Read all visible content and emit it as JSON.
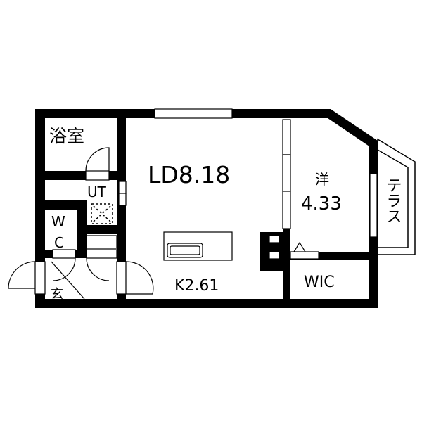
{
  "rooms": {
    "bath": "浴室",
    "utility": "UT",
    "wc_w": "W",
    "wc_c": "C",
    "entrance": "玄",
    "living": "LD8.18",
    "kitchen": "K2.61",
    "western": "洋",
    "western_size": "4.33",
    "terrace": "テラス",
    "closet": "WIC"
  },
  "colors": {
    "wall": "#000000",
    "background": "#ffffff"
  }
}
